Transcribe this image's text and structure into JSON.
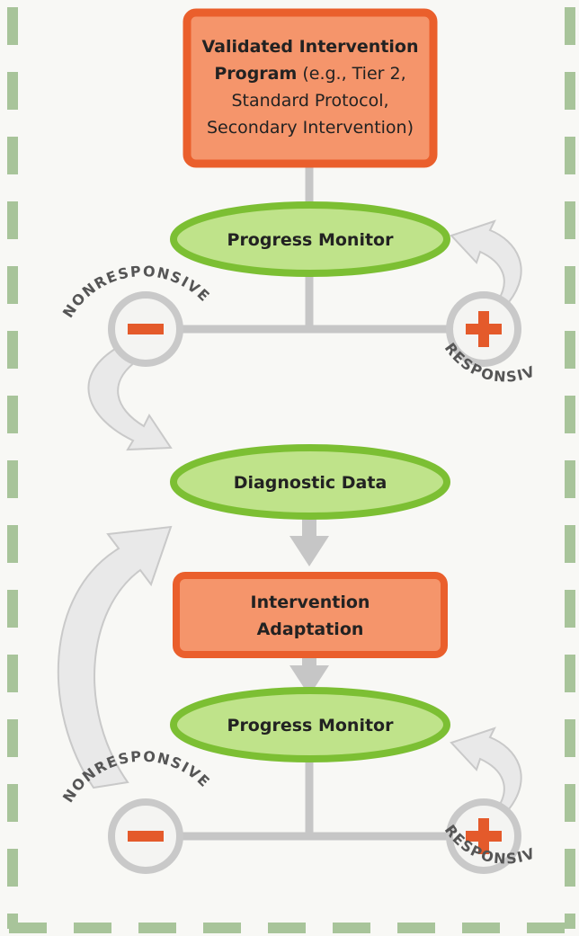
{
  "colors": {
    "background": "#f8f8f5",
    "border_dash": "#a8c49a",
    "box_fill": "#f5956b",
    "box_stroke": "#ea5f2c",
    "oval_fill": "#bfe38a",
    "oval_stroke": "#7cbf33",
    "connector": "#c6c6c6",
    "minus": "#e45a2b",
    "plus": "#e45a2b"
  },
  "program_box": {
    "line1_bold": "Validated Intervention",
    "line2_bold": "Program",
    "line2_rest": " (e.g., Tier 2,",
    "line3": "Standard Protocol,",
    "line4": "Secondary Intervention)"
  },
  "progress_monitor_1": {
    "label": "Progress Monitor"
  },
  "diagnostic_data": {
    "label": "Diagnostic Data"
  },
  "intervention_adaptation": {
    "line1": "Intervention",
    "line2": "Adaptation"
  },
  "progress_monitor_2": {
    "label": "Progress Monitor"
  },
  "responses": {
    "nonresponsive_label": "NONRESPONSIVE",
    "responsive_label": "RESPONSIVE",
    "minus_icon": "minus-sign",
    "plus_icon": "plus-sign"
  }
}
